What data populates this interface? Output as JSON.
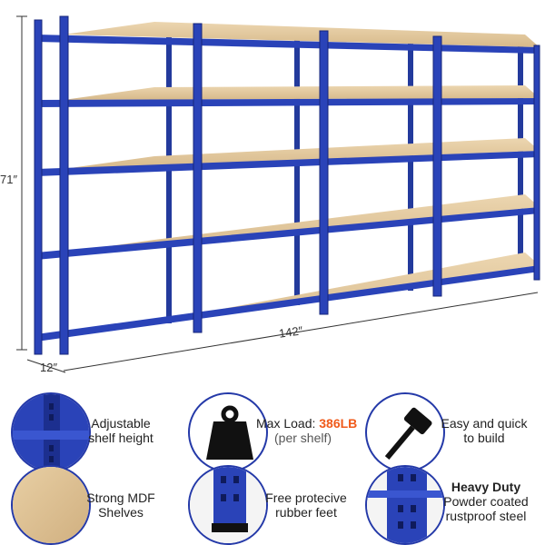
{
  "dimensions": {
    "height": "71″",
    "width": "142″",
    "depth": "12″"
  },
  "features": [
    {
      "icon": "adjustable-shelf-icon",
      "line1": "Adjustable",
      "line2": "shelf height"
    },
    {
      "icon": "weight-icon",
      "line1_prefix": "Max Load: ",
      "line1_value": "386LB",
      "line2": "(per shelf)"
    },
    {
      "icon": "mallet-icon",
      "line1": "Easy and quick",
      "line2": "to build"
    },
    {
      "icon": "mdf-board-icon",
      "line1": "Strong MDF",
      "line2": "Shelves"
    },
    {
      "icon": "rubber-feet-icon",
      "line1": "Free protecive",
      "line2": "rubber feet"
    },
    {
      "icon": "steel-frame-icon",
      "line1": "Heavy Duty",
      "line2": "Powder coated",
      "line3": "rustproof steel"
    }
  ],
  "colors": {
    "frame_blue": "#2439a8",
    "shelf_wood": "#e3c9a0",
    "accent_orange": "#f05a1a"
  }
}
